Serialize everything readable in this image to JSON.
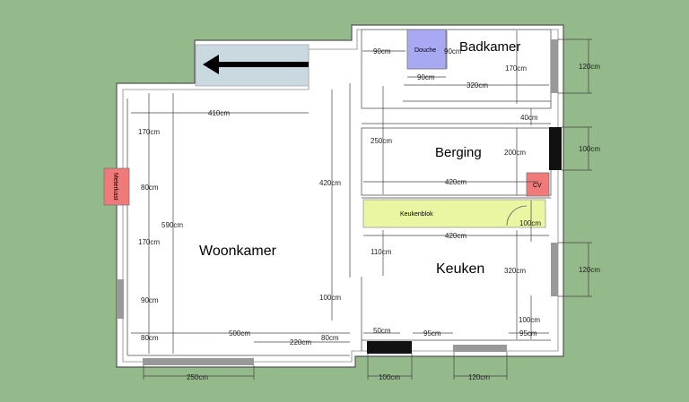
{
  "rooms": {
    "badkamer": "Badkamer",
    "berging": "Berging",
    "woonkamer": "Woonkamer",
    "keuken": "Keuken"
  },
  "fixtures": {
    "douche": "Douche",
    "meterkast": "Meterkast",
    "cv": "CV",
    "keukenblok": "Keukenblok"
  },
  "dimensions": {
    "d_90_top": "90cm",
    "d_90_douche_h": "90cm",
    "d_90_douche_w": "90cm",
    "d_170_bad": "170cm",
    "d_320_bad": "320cm",
    "d_40": "40cm",
    "d_410": "410cm",
    "d_170_w1": "170cm",
    "d_250_berg": "250cm",
    "d_200_berg": "200cm",
    "d_80_meter": "80cm",
    "d_420_w": "420cm",
    "d_420_berg": "420cm",
    "d_590": "590cm",
    "d_100_keuk": "100cm",
    "d_420_keuk": "420cm",
    "d_170_w2": "170cm",
    "d_110": "110cm",
    "d_320_keuk": "320cm",
    "d_90_w": "90cm",
    "d_100_w": "100cm",
    "d_100_keuk2": "100cm",
    "d_80_bot": "80cm",
    "d_500": "500cm",
    "d_220": "220cm",
    "d_80_bot2": "80cm",
    "d_50": "50cm",
    "d_95_a": "95cm",
    "d_95_b": "95cm",
    "d_250_win": "250cm",
    "d_100_bot": "100cm",
    "d_120_bot": "120cm",
    "d_120_r1": "120cm",
    "d_100_r": "100cm",
    "d_120_r2": "120cm"
  }
}
